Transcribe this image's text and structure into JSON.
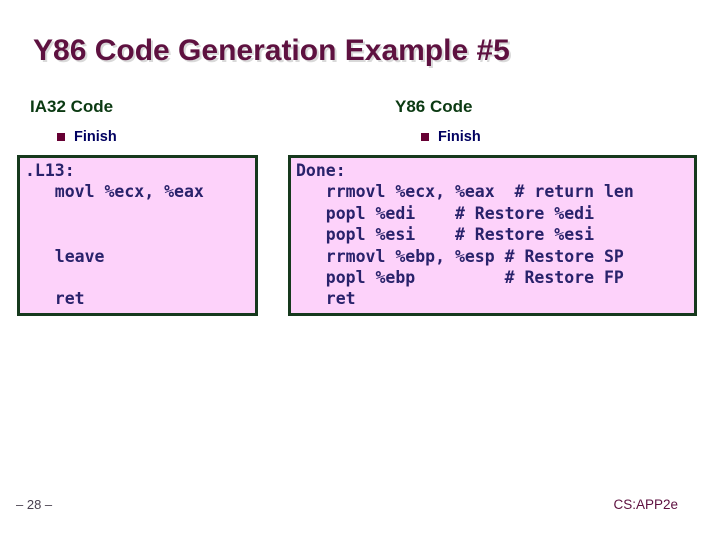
{
  "slide": {
    "title": "Y86 Code Generation Example #5",
    "footer_left": "– 28 –",
    "footer_right": "CS:APP2e"
  },
  "colors": {
    "title_maroon": "#5E1140",
    "header_green": "#0B3A12",
    "bullet_maroon": "#660033",
    "bullet_text_navy": "#000060",
    "code_text_navy": "#29226B",
    "code_box_fill": "#FDD2FA",
    "code_box_border": "#16391D"
  },
  "columns": [
    {
      "header": "IA32 Code",
      "bullet": "Finish",
      "code": [
        ".L13:",
        "   movl %ecx, %eax",
        "",
        "",
        "   leave",
        "",
        "   ret"
      ]
    },
    {
      "header": "Y86 Code",
      "bullet": "Finish",
      "code": [
        "Done:",
        "   rrmovl %ecx, %eax  # return len",
        "   popl %edi    # Restore %edi",
        "   popl %esi    # Restore %esi",
        "   rrmovl %ebp, %esp # Restore SP",
        "   popl %ebp         # Restore FP",
        "   ret"
      ]
    }
  ]
}
